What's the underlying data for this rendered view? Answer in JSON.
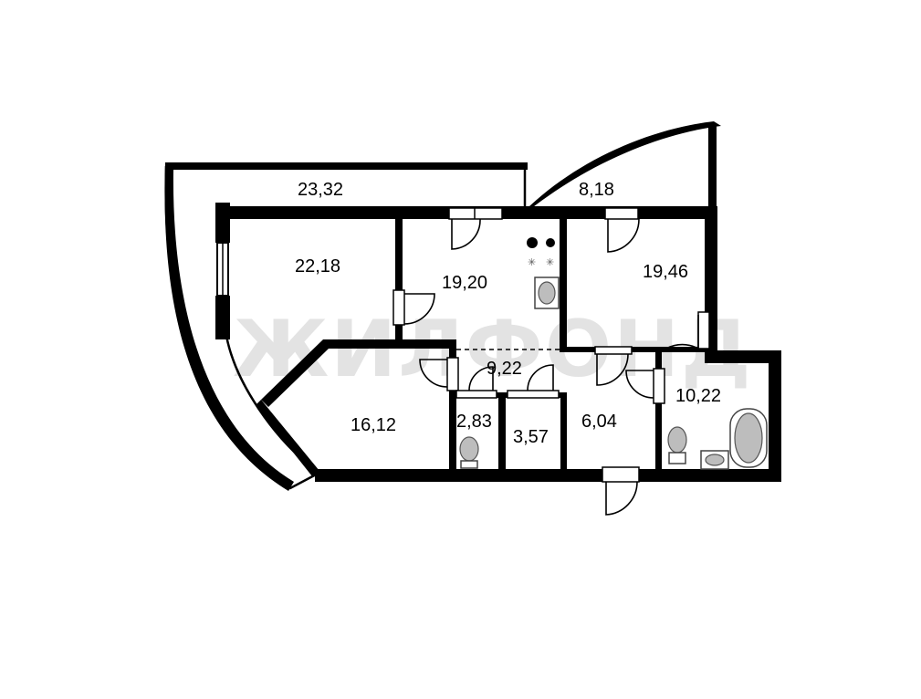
{
  "watermark": "ЖИЛФОНД",
  "rooms": {
    "balcony_left": "23,32",
    "balcony_right": "8,18",
    "room_left": "22,18",
    "kitchen": "19,20",
    "room_right": "19,46",
    "hall": "9,22",
    "room_bottom": "16,12",
    "wc": "2,83",
    "storage": "3,57",
    "corridor": "6,04",
    "bathroom": "10,22"
  },
  "colors": {
    "wall": "#000000",
    "background": "#ffffff",
    "watermark": "#9a9a9a"
  }
}
